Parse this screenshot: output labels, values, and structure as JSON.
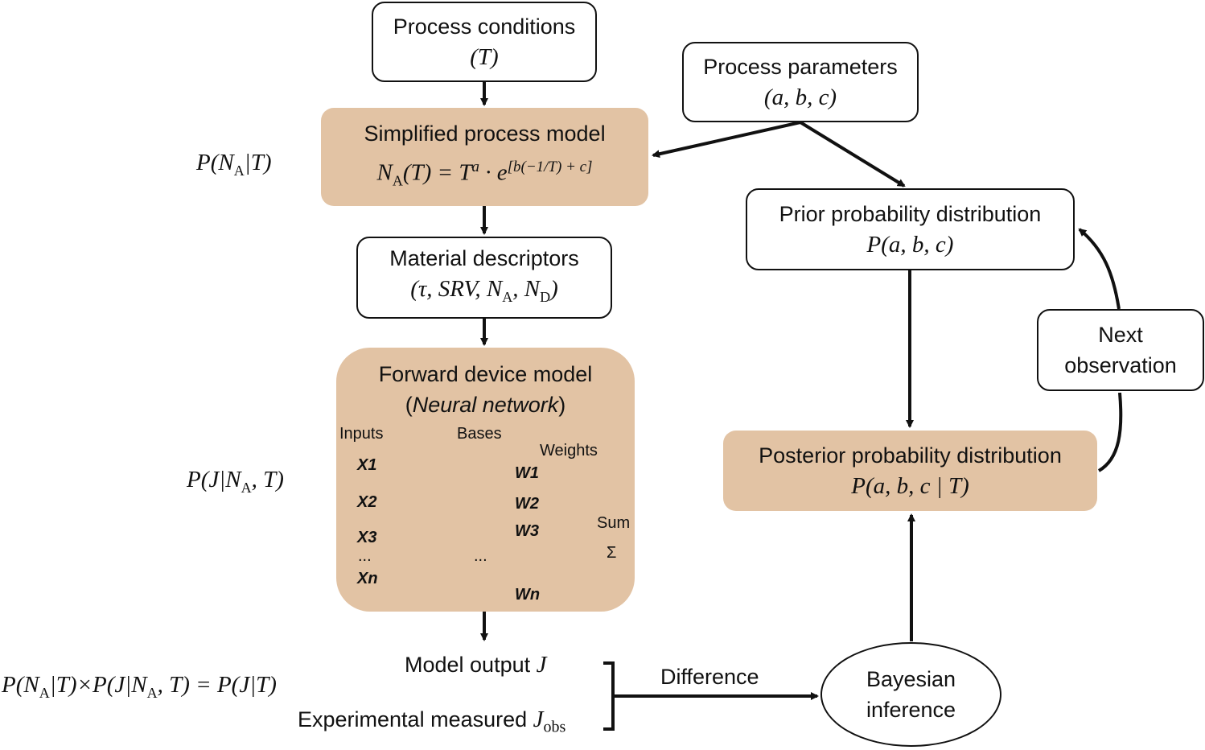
{
  "process_conditions": {
    "title": "Process conditions",
    "sub": "(T)"
  },
  "process_parameters": {
    "title": "Process parameters",
    "sub": "(a, b, c)"
  },
  "simplified_model": {
    "title": "Simplified process model",
    "eq_lhs": "N",
    "eq_sub": "A",
    "eq_mid": "(T) = T",
    "eq_exp_a": "a",
    "eq_dot": " · e",
    "eq_exp": "[b(−1/T) + c]"
  },
  "material_descriptors": {
    "title": "Material descriptors",
    "sub": "(τ, SRV, N",
    "sub_a": "A",
    "sub_mid": ", N",
    "sub_d": "D",
    "sub_end": ")"
  },
  "forward_model": {
    "title": "Forward device model",
    "sub_open": "(",
    "sub_it": "Neural network",
    "sub_close": ")"
  },
  "network": {
    "inputs_label": "Inputs",
    "bases_label": "Bases",
    "weights_label": "Weights",
    "sum_label": "Sum",
    "inputs": [
      "X1",
      "X2",
      "X3",
      "Xn"
    ],
    "weights": [
      "W1",
      "W2",
      "W3",
      "Wn"
    ],
    "ellipsis": "...",
    "sum_symbol": "Σ"
  },
  "prior": {
    "title": "Prior probability distribution",
    "sub": "P(a, b, c)"
  },
  "posterior": {
    "title": "Posterior probability distribution",
    "sub": "P(a, b, c | T)"
  },
  "next_obs": {
    "line1": "Next",
    "line2": "observation"
  },
  "bayes": {
    "line1": "Bayesian",
    "line2": "inference"
  },
  "left_labels": {
    "p_na_t": "P(N_A|T)",
    "p_j": "P(J|N_A, T)",
    "product": "P(N_A|T)×P(J|N_A, T) = P(J|T)"
  },
  "outputs": {
    "model_output": "Model output ",
    "model_output_sym": "J",
    "experimental": "Experimental measured ",
    "exp_sym": "J",
    "exp_sub": "obs"
  },
  "difference_label": "Difference"
}
